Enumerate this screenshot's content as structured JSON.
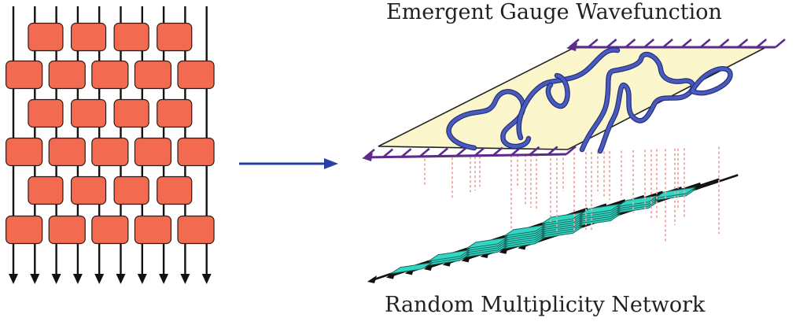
{
  "labels": {
    "top_caption": "Emergent Gauge Wavefunction",
    "bottom_caption": "Random Multiplicity Network"
  },
  "colors": {
    "gate_fill": "#f26b50",
    "gate_stroke": "#2b1a16",
    "wire": "#111111",
    "arrow": "#2a3fa6",
    "plane_fill": "#fcf6cc",
    "plane_stroke": "#222222",
    "loop": "#4a5bc0",
    "loop_outline": "#27327a",
    "purple_arrow": "#5c2b8c",
    "tile_fill": "#30d8c4",
    "tile_stroke": "#186b62",
    "dotted_link": "#f0a4a0"
  },
  "icons": {
    "transition_arrow": "right-arrow-icon",
    "wire_end": "down-arrow-icon"
  },
  "circuit": {
    "wires": 10,
    "layers": 6
  },
  "network": {
    "wires": 9,
    "tile_rows": 9
  }
}
